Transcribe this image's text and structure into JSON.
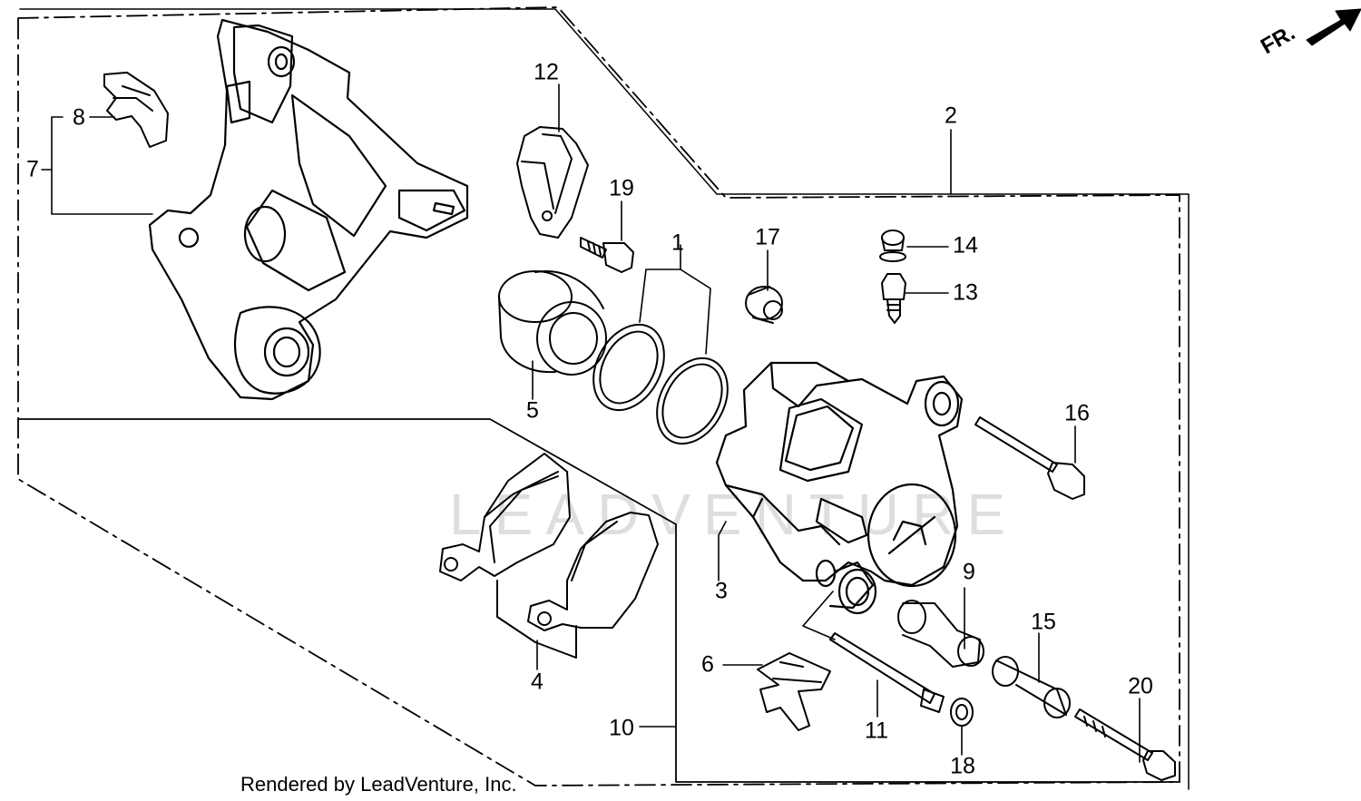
{
  "watermark": "LEADVENTURE",
  "footer": "Rendered by LeadVenture, Inc.",
  "direction_label": "FR.",
  "callouts": {
    "c1": "1",
    "c2": "2",
    "c3": "3",
    "c4": "4",
    "c5": "5",
    "c6": "6",
    "c7": "7",
    "c8": "8",
    "c9": "9",
    "c10": "10",
    "c11": "11",
    "c12": "12",
    "c13": "13",
    "c14": "14",
    "c15": "15",
    "c16": "16",
    "c17": "17",
    "c18": "18",
    "c19": "19",
    "c20": "20"
  }
}
